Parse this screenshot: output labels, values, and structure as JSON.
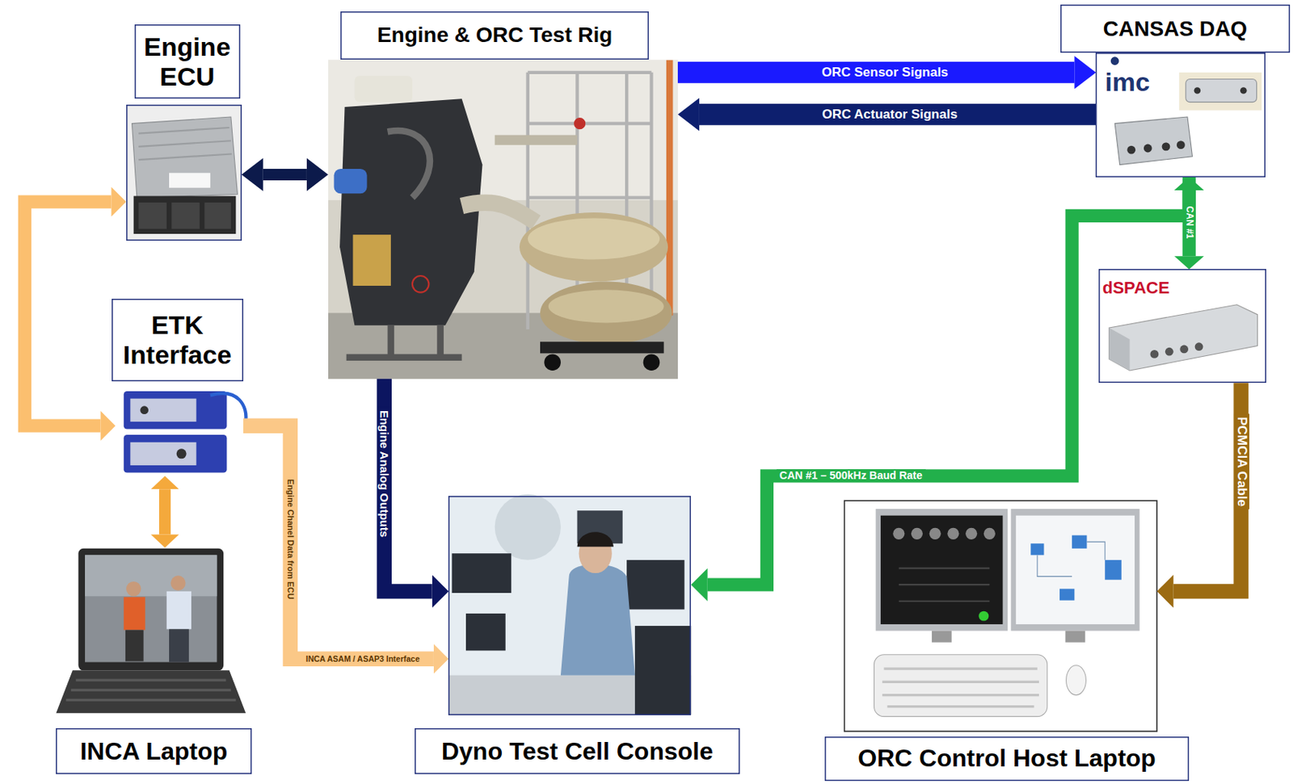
{
  "diagram": {
    "nodes": [
      {
        "text": [
          "Engine ECU"
        ]
      },
      {
        "text": [
          "Engine & ORC Test Rig"
        ]
      },
      {
        "text": [
          "CANSAS DAQ",
          "imc"
        ]
      },
      {
        "text": [
          "ETK Interface"
        ]
      },
      {
        "text": [
          "dSPACE"
        ]
      },
      {
        "text": [
          "INCA Laptop"
        ]
      },
      {
        "text": [
          "Dyno Test Cell Console"
        ]
      },
      {
        "text": [
          "ORC Control Host Laptop"
        ]
      }
    ],
    "edges": [
      {
        "from": 0,
        "to": 1,
        "arrow": "both"
      },
      {
        "from": 1,
        "to": 2,
        "label": "ORC Sensor Signals",
        "arrow": "to"
      },
      {
        "from": 2,
        "to": 1,
        "label": "ORC Actuator Signals",
        "arrow": "to"
      },
      {
        "from": 0,
        "to": 3,
        "arrow": "both"
      },
      {
        "from": 3,
        "to": 5,
        "arrow": "both"
      },
      {
        "from": 3,
        "to": 6,
        "label": "INCA ASAM / ASAP3 Interface",
        "arrow": "to"
      },
      {
        "from": 1,
        "to": 6,
        "label": "Engine Analog Outputs",
        "arrow": "to"
      },
      {
        "from": 2,
        "to": 4,
        "label": "CAN #1",
        "arrow": "both"
      },
      {
        "from": 2,
        "to": 6,
        "label": "CAN #1 – 500kHz Baud Rate",
        "arrow": "to"
      },
      {
        "from": 4,
        "to": 7,
        "label": "PCMCIA Cable",
        "arrow": "to"
      }
    ],
    "labels": [
      "Engine Chanel Data from ECU"
    ]
  }
}
